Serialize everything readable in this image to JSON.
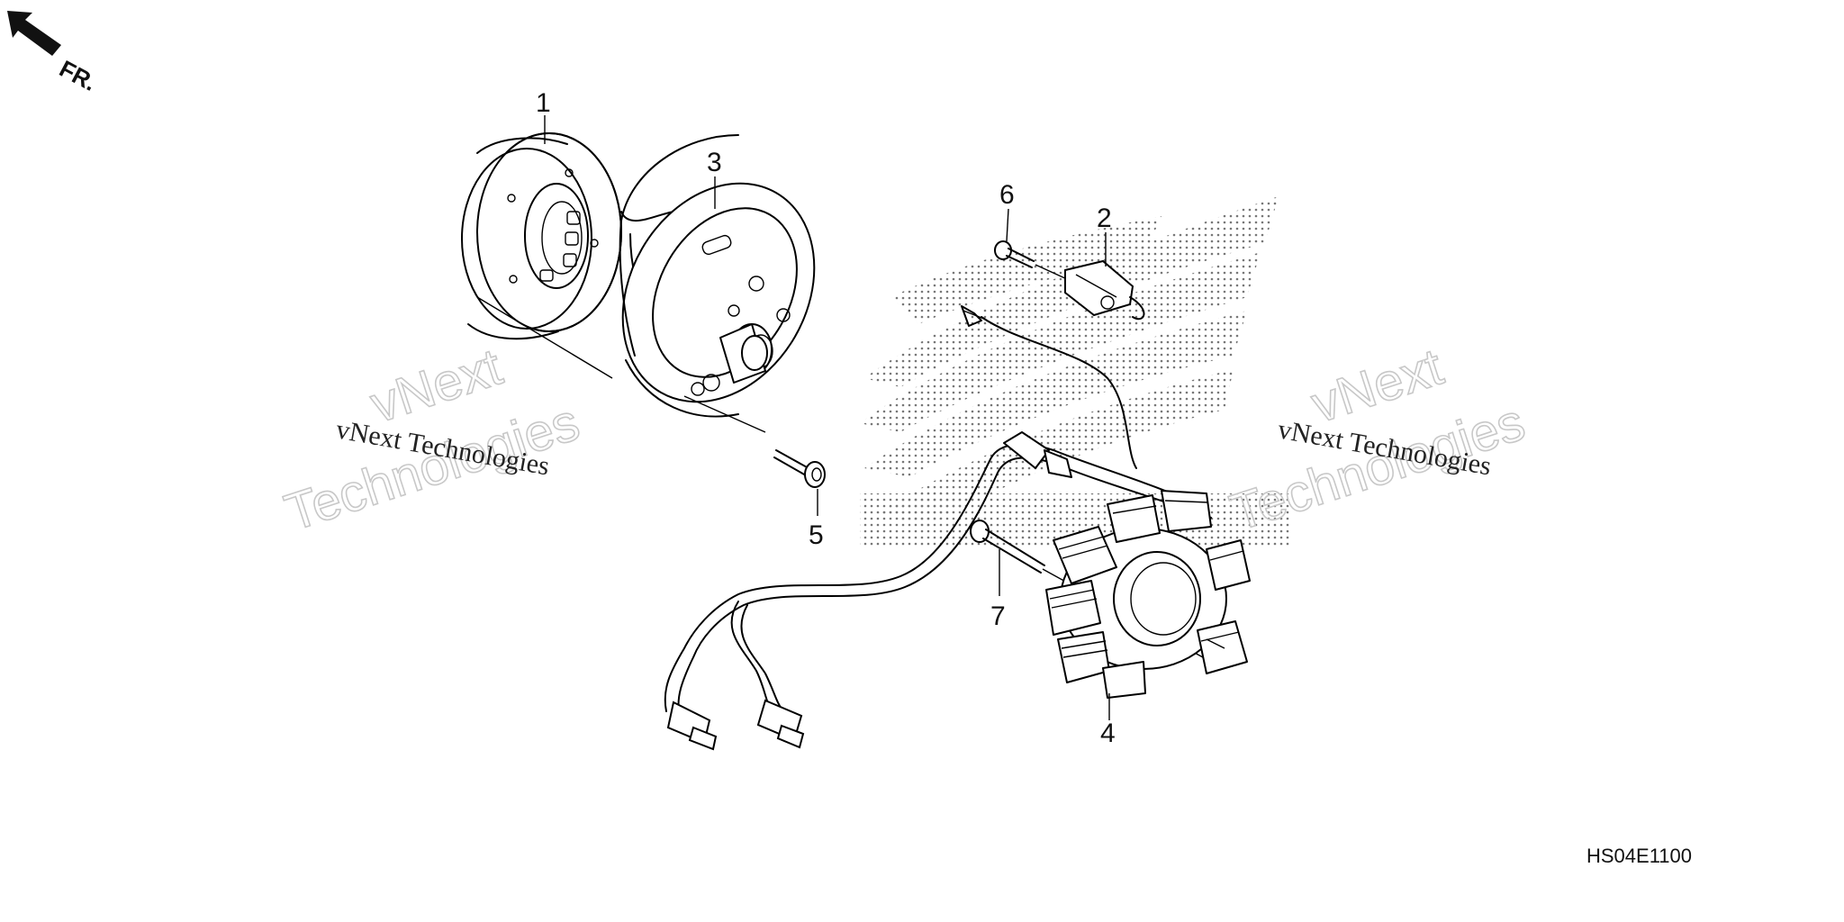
{
  "orientation": {
    "label": "FR."
  },
  "callouts": {
    "c1": "1",
    "c2": "2",
    "c3": "3",
    "c4": "4",
    "c5": "5",
    "c6": "6",
    "c7": "7"
  },
  "watermarks": {
    "left_big_1": "vNext",
    "left_big_2": "Technologies",
    "left_small": "vNext Technologies",
    "right_big_1": "vNext",
    "right_big_2": "Technologies",
    "right_small": "vNext Technologies"
  },
  "diagram_code": "HS04E1100",
  "colors": {
    "ink": "#000000",
    "watermark": "#c8c8c8",
    "halftone": "#888888"
  }
}
